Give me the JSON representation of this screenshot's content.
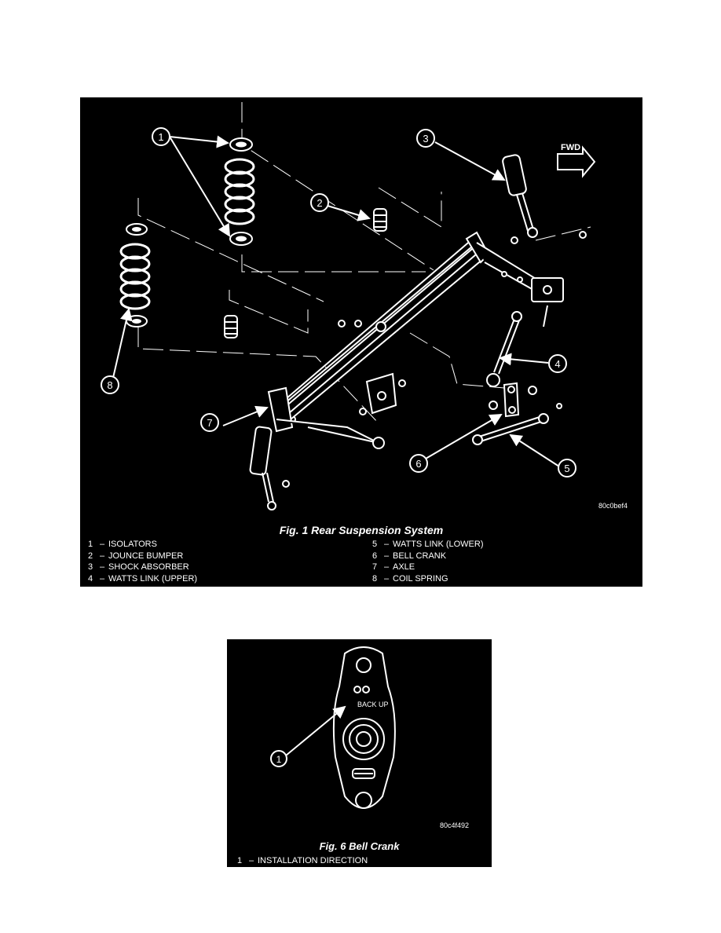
{
  "figure1": {
    "title": "Fig. 1 Rear Suspension System",
    "code": "80c0bef4",
    "direction_label": "FWD",
    "callouts": [
      "1",
      "2",
      "3",
      "4",
      "5",
      "6",
      "7",
      "8"
    ],
    "legend_left": [
      {
        "num": "1",
        "text": "ISOLATORS"
      },
      {
        "num": "2",
        "text": "JOUNCE BUMPER"
      },
      {
        "num": "3",
        "text": "SHOCK ABSORBER"
      },
      {
        "num": "4",
        "text": "WATTS LINK (UPPER)"
      }
    ],
    "legend_right": [
      {
        "num": "5",
        "text": "WATTS LINK (LOWER)"
      },
      {
        "num": "6",
        "text": "BELL CRANK"
      },
      {
        "num": "7",
        "text": "AXLE"
      },
      {
        "num": "8",
        "text": "COIL SPRING"
      }
    ]
  },
  "figure6": {
    "title": "Fig. 6 Bell Crank",
    "code": "80c4f492",
    "part_marking": "BACK UP",
    "callouts": [
      "1"
    ],
    "legend": [
      {
        "num": "1",
        "text": "INSTALLATION DIRECTION"
      }
    ]
  }
}
